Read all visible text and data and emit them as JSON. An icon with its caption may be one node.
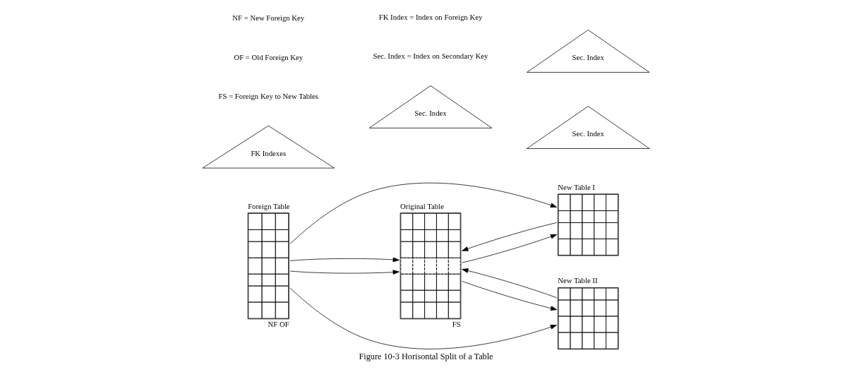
{
  "diagram": {
    "caption": "Figure 10-3 Horisontal Split of a Table",
    "nodes": [
      {
        "text": [
          "Foreign Table"
        ],
        "beside": [
          "NF",
          "OF"
        ]
      },
      {
        "text": [
          "FK Indexes"
        ]
      },
      {
        "text": [
          "Original Table"
        ],
        "beside": [
          "FS"
        ]
      },
      {
        "text": [
          "Sec. Index"
        ]
      },
      {
        "text": [
          "New Table I"
        ]
      },
      {
        "text": [
          "Sec. Index"
        ]
      },
      {
        "text": [
          "New Table II"
        ]
      },
      {
        "text": [
          "Sec. Index"
        ]
      }
    ],
    "edges": [
      {
        "from": 0,
        "to": 4,
        "arrow": "to"
      },
      {
        "from": 0,
        "to": 2,
        "arrow": "to"
      },
      {
        "from": 2,
        "to": 4,
        "arrow": "to"
      },
      {
        "from": 4,
        "to": 2,
        "arrow": "to"
      },
      {
        "from": 0,
        "to": 2,
        "arrow": "to"
      },
      {
        "from": 2,
        "to": 6,
        "arrow": "to"
      },
      {
        "from": 6,
        "to": 2,
        "arrow": "to"
      },
      {
        "from": 0,
        "to": 6,
        "arrow": "to"
      }
    ],
    "labels": [
      "FS = Foreign Key to New Tables",
      "Sec. Index = Index on Secondary Key",
      "FK Index = Index on Foreign Key",
      "OF = Old Foreign Key",
      "NF = New Foreign Key"
    ]
  }
}
